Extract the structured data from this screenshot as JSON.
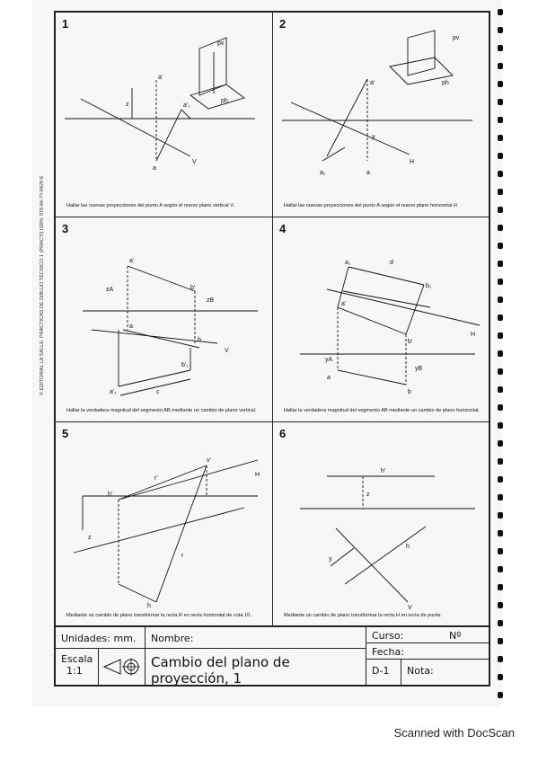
{
  "exercises": [
    {
      "number": "1",
      "caption": "Hallar las nuevas proyecciones del punto A según el nuevo plano vertical V.",
      "labels": {
        "a1": "a'",
        "a2": "a'₁",
        "a3": "a",
        "ln": "V",
        "z": "z",
        "pv": "pv",
        "ph": "ph"
      }
    },
    {
      "number": "2",
      "caption": "Hallar las nuevas proyecciones del punto A según el nuevo plano horizontal H.",
      "labels": {
        "a1": "a'",
        "a2": "a",
        "a3": "a₁",
        "ln": "H",
        "y": "y",
        "pv": "pv",
        "ph": "ph"
      }
    },
    {
      "number": "3",
      "caption": "Hallar la verdadera magnitud del segmento AB mediante un cambio de plano vertical.",
      "labels": {
        "a1": "a'",
        "b1": "b'",
        "a2": "a",
        "b2": "b",
        "a3": "a'₁",
        "b3": "b'₁",
        "za": "zA",
        "zb": "zB",
        "c": "c",
        "v": "V"
      }
    },
    {
      "number": "4",
      "caption": "Hallar la verdadera magnitud del segmento AB mediante un cambio de plano horizontal.",
      "labels": {
        "a1": "a'",
        "b1": "b'",
        "a2": "a",
        "b2": "b",
        "a3": "a₁",
        "b3": "b₁",
        "ya": "yA",
        "yb": "yB",
        "d": "d",
        "h": "H"
      }
    },
    {
      "number": "5",
      "caption": "Mediante un cambio de plano transformar la recta R en recta horizontal de cota 10.",
      "labels": {
        "v1": "v'",
        "h1": "h'",
        "h2": "h",
        "r1": "r'",
        "r2": "r",
        "ln": "H",
        "z": "z"
      }
    },
    {
      "number": "6",
      "caption": "Mediante un cambio de plano transformar la recta H en recta de punta.",
      "labels": {
        "h1": "h'",
        "h2": "h",
        "ln": "V",
        "z": "z",
        "y": "y"
      }
    }
  ],
  "title_block": {
    "units_label": "Unidades: mm.",
    "name_label": "Nombre:",
    "course_label": "Curso:",
    "number_label": "Nº",
    "scale_label": "Escala",
    "scale_value": "1:1",
    "title": "Cambio del plano de proyección, 1",
    "date_label": "Fecha:",
    "sheet_code": "D-1",
    "note_label": "Nota:"
  },
  "spine_text": "© EDITORIAL LA SALLE. PRÁCTICAS DE DIBUJO TÉCNICO 1 (PRACTI) ISBN: 978-84-??-0429-6",
  "scan_credit": "Scanned with DocScan"
}
